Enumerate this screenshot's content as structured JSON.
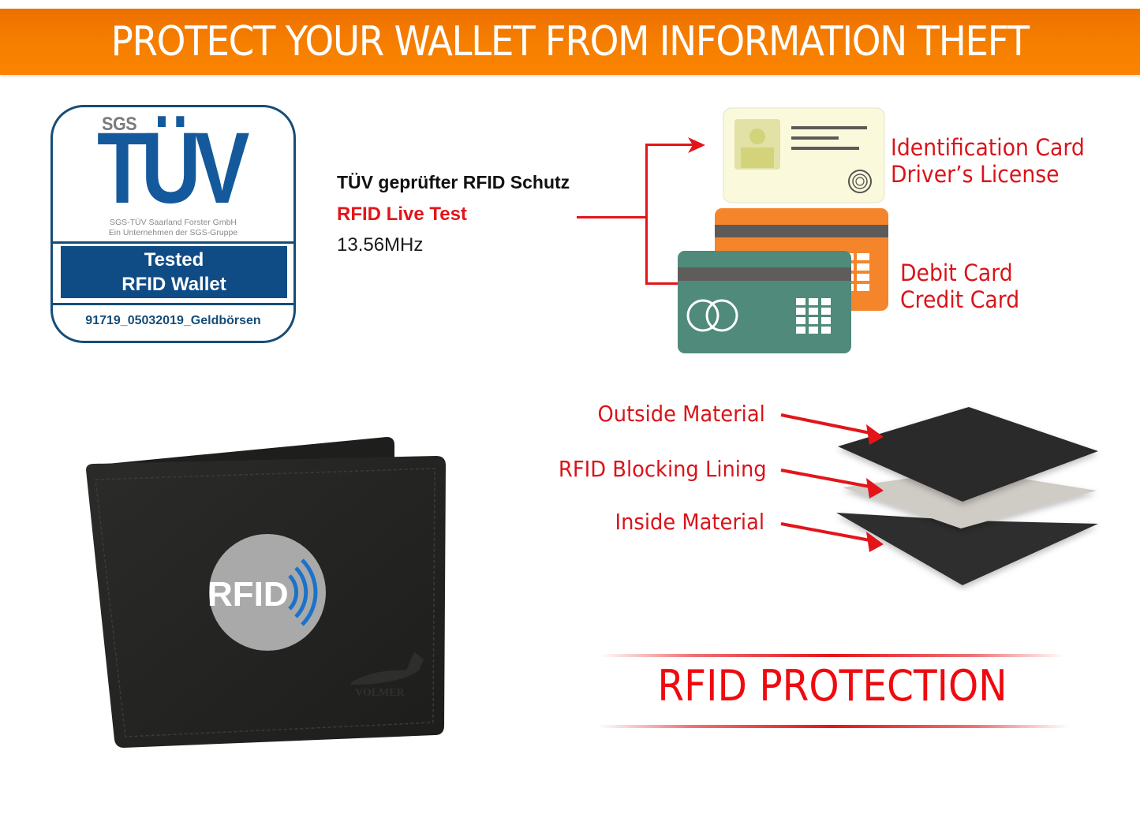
{
  "banner": {
    "title": "PROTECT YOUR WALLET FROM INFORMATION THEFT",
    "color": "#f57e00"
  },
  "badge": {
    "brand_small": "SGS",
    "brand_large": "TÜV",
    "company_line1": "SGS-TÜV Saarland Forster GmbH",
    "company_line2": "Ein Unternehmen der SGS-Gruppe",
    "box_line1": "Tested",
    "box_line2": "RFID Wallet",
    "certificate_code": "91719_05032019_Geldbörsen",
    "color": "#14599c"
  },
  "info": {
    "tested_label": "TÜV geprüfter RFID Schutz",
    "live_test_label": "RFID Live Test",
    "frequency": "13.56MHz"
  },
  "cards": {
    "id_labels": [
      "Identification Card",
      "Driver’s License"
    ],
    "bank_labels": [
      "Debit Card",
      "Credit Card"
    ]
  },
  "layers": {
    "labels": [
      "Outside Material",
      "RFID Blocking Lining",
      "Inside Material"
    ]
  },
  "wallet": {
    "rfid_logo_text": "RFID",
    "brand_emboss": "VOLMER"
  },
  "footer": {
    "title": "RFID PROTECTION",
    "accent": "#e3151a"
  }
}
